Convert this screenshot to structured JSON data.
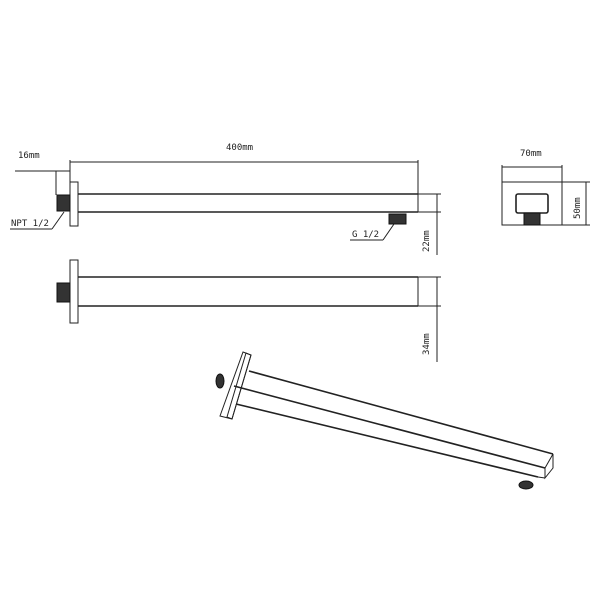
{
  "drawing": {
    "line_color": "#222222",
    "dimensions": {
      "length": "400mm",
      "flange_depth": "16mm",
      "arm_height": "22mm",
      "flange_height": "34mm",
      "flange_width": "70mm",
      "flange_side": "50mm"
    },
    "threads": {
      "inlet": "NPT 1/2",
      "outlet": "G 1/2"
    }
  }
}
